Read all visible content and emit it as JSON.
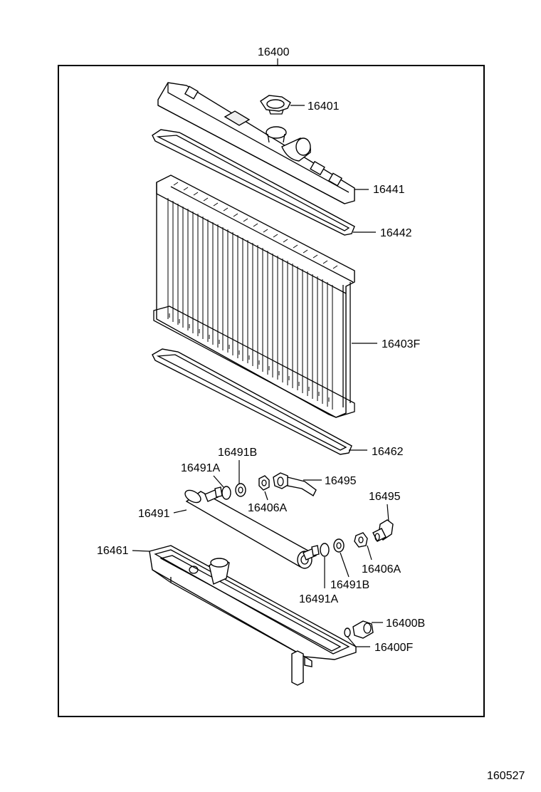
{
  "diagram": {
    "assembly_label": "16400",
    "page_code": "160527",
    "parts": [
      {
        "id": "16401",
        "label": "16401"
      },
      {
        "id": "16441",
        "label": "16441"
      },
      {
        "id": "16442",
        "label": "16442"
      },
      {
        "id": "16403F",
        "label": "16403F"
      },
      {
        "id": "16462",
        "label": "16462"
      },
      {
        "id": "16491B-top",
        "label": "16491B"
      },
      {
        "id": "16491A-top",
        "label": "16491A"
      },
      {
        "id": "16495-top",
        "label": "16495"
      },
      {
        "id": "16406A-top",
        "label": "16406A"
      },
      {
        "id": "16491",
        "label": "16491"
      },
      {
        "id": "16495-right",
        "label": "16495"
      },
      {
        "id": "16461",
        "label": "16461"
      },
      {
        "id": "16406A-right",
        "label": "16406A"
      },
      {
        "id": "16491B-bottom",
        "label": "16491B"
      },
      {
        "id": "16491A-bottom",
        "label": "16491A"
      },
      {
        "id": "16400B",
        "label": "16400B"
      },
      {
        "id": "16400F",
        "label": "16400F"
      }
    ]
  }
}
